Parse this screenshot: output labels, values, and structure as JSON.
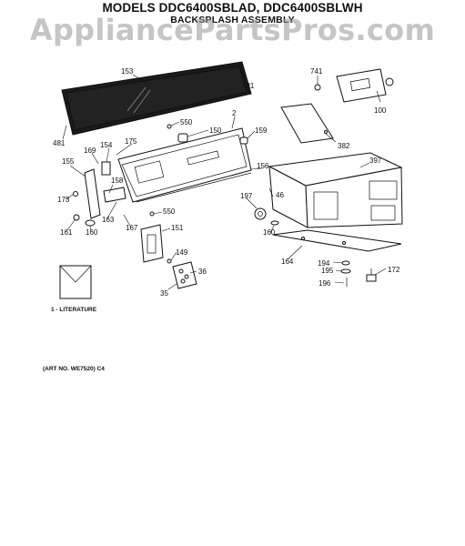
{
  "header": {
    "title": "MODELS DDC6400SBLAD, DDC6400SBLWH",
    "subtitle": "BACKSPLASH ASSEMBLY"
  },
  "watermark": "AppliancePartsPros.com",
  "literature_label": "1 - LITERATURE",
  "art_number": "(ART NO. WE7520) C4",
  "part_labels": [
    "153",
    "481",
    "741",
    "100",
    "550",
    "150",
    "2",
    "159",
    "481",
    "169",
    "154",
    "175",
    "382",
    "156",
    "397",
    "155",
    "158",
    "46",
    "197",
    "173",
    "163",
    "550",
    "160",
    "167",
    "151",
    "161",
    "160",
    "164",
    "194",
    "172",
    "195",
    "149",
    "196",
    "36",
    "35"
  ]
}
